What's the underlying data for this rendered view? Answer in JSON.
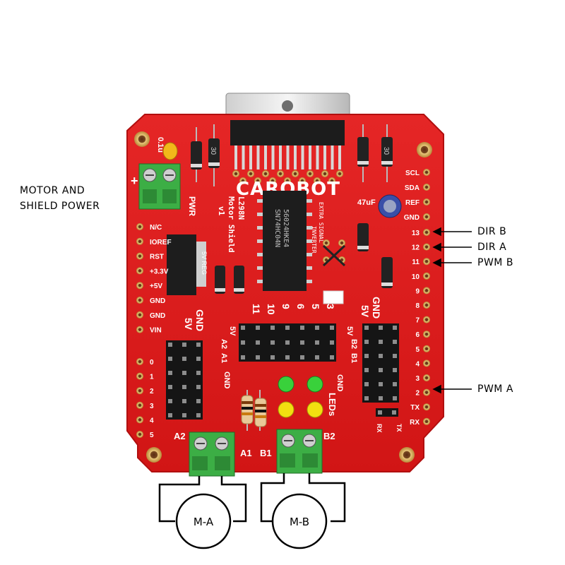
{
  "board": {
    "logo": "CAROBOT",
    "title_lines": [
      "L298N",
      "Motor Shield",
      "v1"
    ],
    "ic_lines": [
      "56024HKE4",
      "SN74HC04N"
    ],
    "inverter_lines": [
      "EXTRA SIGNAL",
      "INVERTER"
    ],
    "pwr_label": "PWR",
    "cap_main": "0.1u",
    "cap_elec": "47uF",
    "diode_mark": "30",
    "reg_label": "5V REG",
    "leds_label": "LEDs",
    "left_pins": [
      "N/C",
      "IOREF",
      "RST",
      "+3.3V",
      "+5V",
      "GND",
      "GND",
      "VIN"
    ],
    "right_pins": [
      "SCL",
      "SDA",
      "REF",
      "GND",
      "13",
      "12",
      "11",
      "10",
      "9",
      "8",
      "7",
      "6",
      "5",
      "4",
      "3",
      "2",
      "TX",
      "RX"
    ],
    "analog_pins": [
      "0",
      "1",
      "2",
      "3",
      "4",
      "5"
    ],
    "header_labels": [
      "11",
      "10",
      "9",
      "6",
      "5",
      "3"
    ],
    "gnd_5v": [
      "GND",
      "5V"
    ],
    "row_5v": "5V",
    "row_labels_left": [
      "A2",
      "A1"
    ],
    "row_labels_right": [
      "B2",
      "B1"
    ],
    "small_gnd": "GND",
    "terminal_labels": [
      "A2",
      "A1",
      "B1",
      "B2"
    ],
    "rx_tx": [
      "RX",
      "TX"
    ]
  },
  "callouts": {
    "motor_power": [
      "MOTOR AND",
      "SHIELD POWER"
    ],
    "dir_b": "DIR B",
    "dir_a": "DIR A",
    "pwm_b": "PWM B",
    "pwm_a": "PWM A"
  },
  "motors": [
    "M-A",
    "M-B"
  ],
  "colors": {
    "pcb": "#e01e1e",
    "terminal": "#3cae45",
    "led_green": "#39d13b",
    "led_yellow": "#f2df10"
  }
}
